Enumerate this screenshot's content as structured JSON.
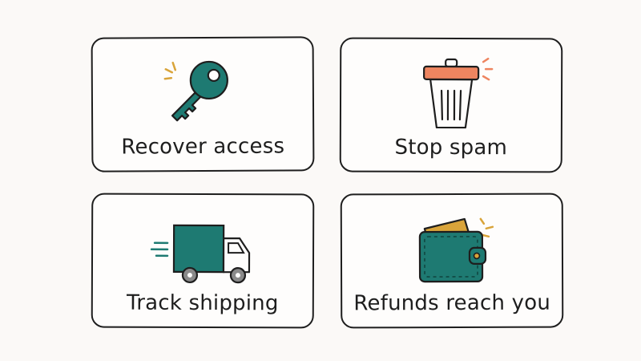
{
  "cards": [
    {
      "label": "Recover access",
      "icon": "key-icon"
    },
    {
      "label": "Stop spam",
      "icon": "trash-can-icon"
    },
    {
      "label": "Track shipping",
      "icon": "delivery-truck-icon"
    },
    {
      "label": "Refunds reach you",
      "icon": "wallet-icon"
    }
  ],
  "colors": {
    "teal": "#1e7a72",
    "coral": "#ee8560",
    "mustard": "#d9a43a",
    "ink": "#1e1e1e"
  }
}
